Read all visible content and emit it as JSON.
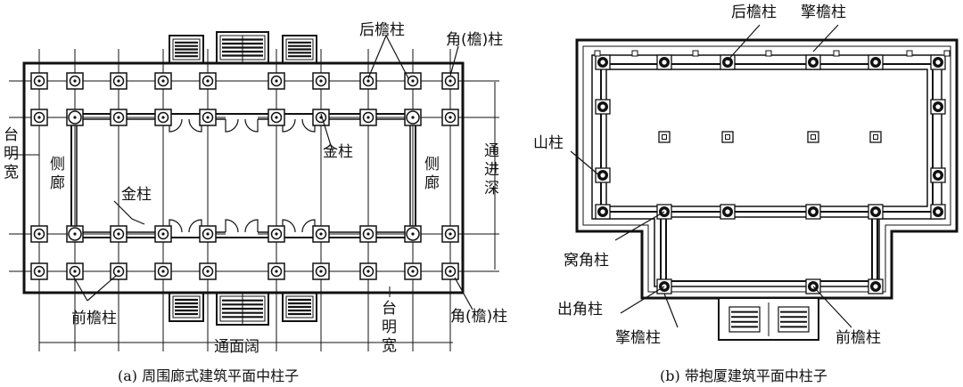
{
  "diagram_a": {
    "caption": "(a) 周围廊式建筑平面中柱子",
    "labels": {
      "rear_eave_column": "后檐柱",
      "corner_eave_column_top": "角(檐)柱",
      "platform_width_left": "台明宽",
      "side_corridor_left": "侧廊",
      "golden_column_right": "金柱",
      "golden_column_left": "金柱",
      "side_corridor_right": "侧廊",
      "total_depth": "通进深",
      "front_eave_column": "前檐柱",
      "platform_width_bottom": "台明宽",
      "corner_eave_column_bottom": "角(檐)柱",
      "total_width": "通面阔"
    }
  },
  "diagram_b": {
    "caption": "(b) 带抱厦建筑平面中柱子",
    "labels": {
      "rear_eave_column": "后檐柱",
      "support_eave_column_top": "擎檐柱",
      "gable_column": "山柱",
      "inner_corner_column": "窝角柱",
      "outer_corner_column": "出角柱",
      "support_eave_column_bottom": "擎檐柱",
      "front_eave_column": "前檐柱"
    }
  }
}
